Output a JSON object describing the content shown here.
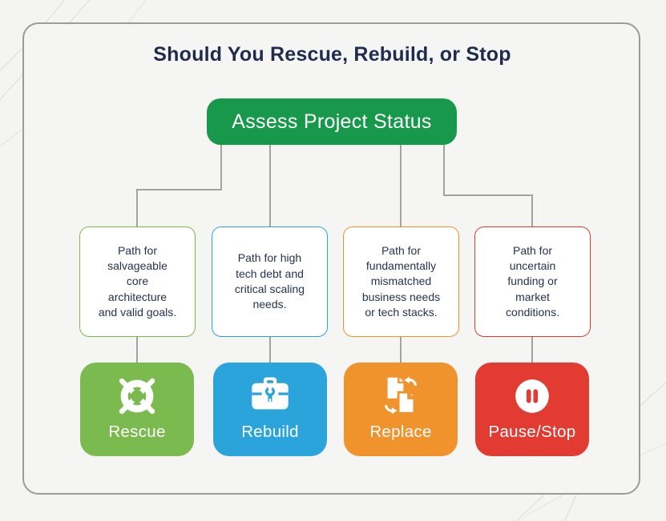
{
  "page": {
    "title": "Should You Rescue, Rebuild, or Stop"
  },
  "root_node": {
    "label": "Assess Project Status",
    "color": "#18984A"
  },
  "colors": {
    "background": "#F4F4F2",
    "panel_border": "#9B9B9B",
    "connector": "#A2A2A2",
    "title_text": "#1F2C4E",
    "body_text": "#25334F",
    "sparkle": "#F4731F"
  },
  "branches": [
    {
      "id": "rescue",
      "description": "Path for\nsalvageable\ncore\narchitecture\nand valid goals.",
      "action_label": "Rescue",
      "color": "#7ABA4E",
      "icon": "lifebuoy-icon"
    },
    {
      "id": "rebuild",
      "description": "Path for high\ntech debt and\ncritical scaling\nneeds.",
      "action_label": "Rebuild",
      "color": "#2BA4DC",
      "icon": "toolbox-icon"
    },
    {
      "id": "replace",
      "description": "Path for\nfundamentally\nmismatched\nbusiness needs\nor tech stacks.",
      "action_label": "Replace",
      "color": "#F0932C",
      "icon": "swap-documents-icon"
    },
    {
      "id": "pause-stop",
      "description": "Path for\nuncertain\nfunding or\nmarket\nconditions.",
      "action_label": "Pause/Stop",
      "color": "#E23B31",
      "icon": "pause-icon"
    }
  ]
}
